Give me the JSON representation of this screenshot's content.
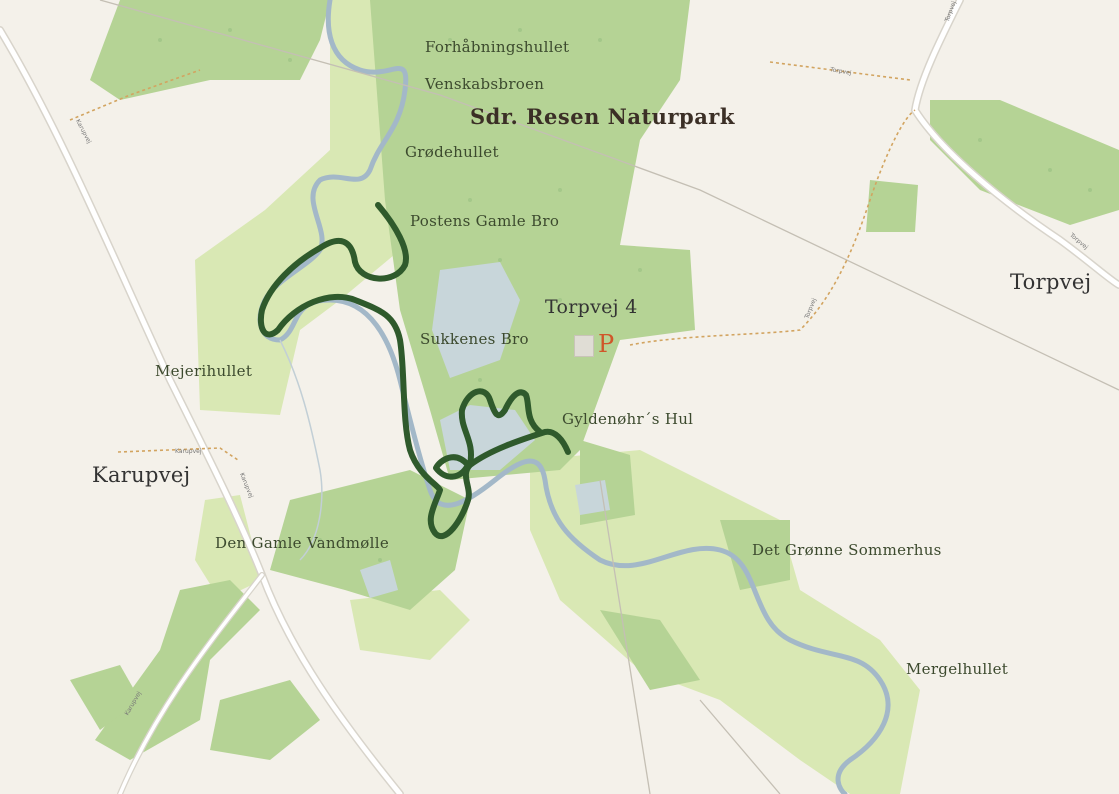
{
  "map": {
    "title": "Sdr. Resen Naturpark",
    "labels": {
      "forhabningshullet": "Forhåbningshullet",
      "venskabsbroen": "Venskabsbroen",
      "grodehullet": "Grødehullet",
      "postens_gamle_bro": "Postens Gamle Bro",
      "sukkenes_bro": "Sukkenes Bro",
      "mejerihullet": "Mejerihullet",
      "gyldenohrs_hul": "Gyldenøhr´s Hul",
      "den_gamle_vandmolle": "Den Gamle Vandmølle",
      "det_gronne_sommerhus": "Det Grønne Sommerhus",
      "mergelhullet": "Mergelhullet"
    },
    "roads": {
      "karupvej": "Karupvej",
      "torpvej": "Torpvej"
    },
    "address": "Torpvej 4",
    "parking_symbol": "P",
    "colors": {
      "background": "#f4f1ea",
      "forest_light": "#d9e8b4",
      "forest_mid": "#b5d395",
      "forest_dark": "#9dc584",
      "water": "#c8d6da",
      "stream": "#a3b8c8",
      "trail": "#2f5a2c",
      "parking": "#d0562a"
    }
  }
}
